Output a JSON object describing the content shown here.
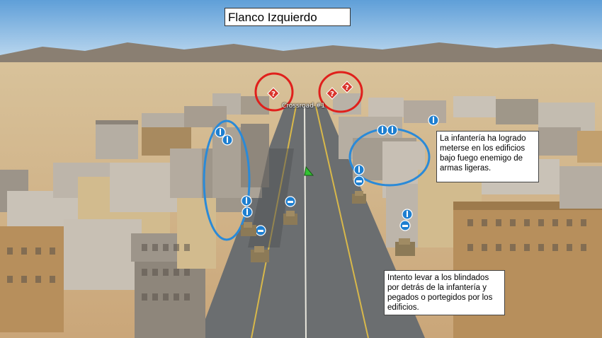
{
  "header": {
    "title": "Flanco Izquierdo"
  },
  "map": {
    "waypoint_label": "Crossroad #1"
  },
  "notes": [
    {
      "text": "La infantería ha logrado meterse en los edificios bajo fuego enemigo de armas ligeras."
    },
    {
      "text": "Intento levar a los blindados por detrás de la infantería y pegados o portegidos por los edificios."
    }
  ],
  "markers": {
    "unknown_icon": "question-mark-icon",
    "infantry_icon": "infantry-icon",
    "armor_icon": "tank-icon",
    "player_icon": "player-cursor-icon"
  },
  "colors": {
    "unknown": "#d9342b",
    "friendly": "#1e7fd0",
    "annotation_red": "#e0201c",
    "annotation_blue": "#2a8ad8",
    "player": "#33c233"
  }
}
